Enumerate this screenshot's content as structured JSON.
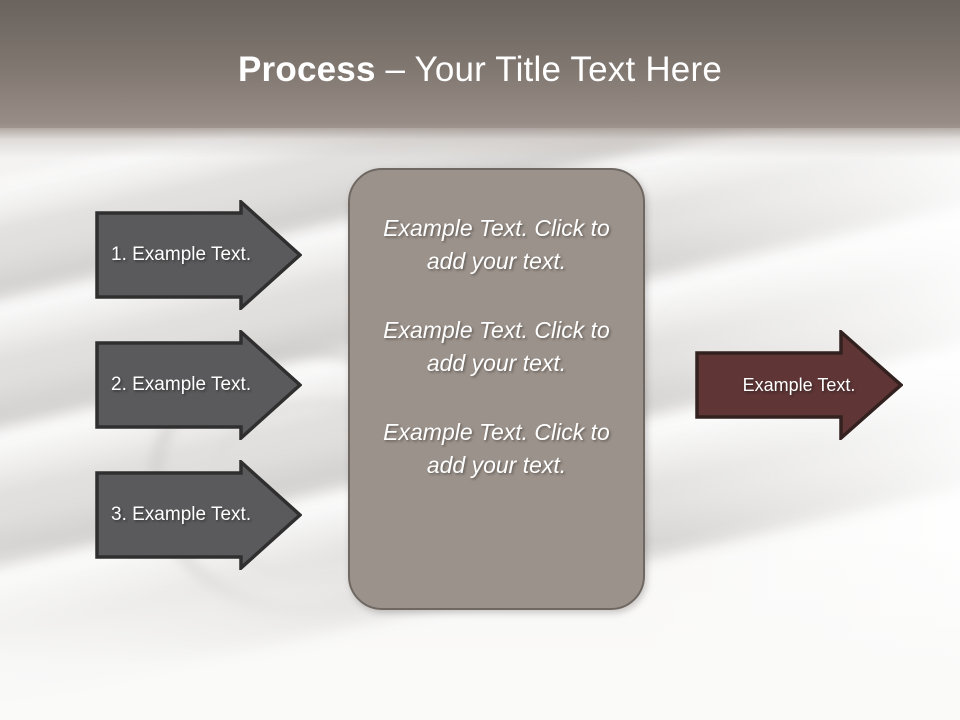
{
  "slide": {
    "title_strong": "Process",
    "title_rest": " – Your Title Text Here"
  },
  "colors": {
    "header_top": "#6a635e",
    "header_bottom": "#9a8f88",
    "center_box_fill": "#9b928b",
    "center_box_border": "#6f6862",
    "gray_arrow_fill": "#5a5a5c",
    "gray_arrow_border": "#2f2f2f",
    "maroon_arrow_fill": "#5f3536",
    "maroon_arrow_border": "#33211f",
    "text_on_shape": "#ffffff",
    "background": "#f6f5f4"
  },
  "steps": [
    {
      "id": "step-1",
      "label": "1. Example Text."
    },
    {
      "id": "step-2",
      "label": "2. Example Text."
    },
    {
      "id": "step-3",
      "label": "3. Example Text."
    }
  ],
  "center_box": {
    "paragraphs": [
      "Example Text. Click  to add your text.",
      "Example Text. Click  to add your text.",
      "Example Text. Click  to add your text."
    ]
  },
  "result_arrow": {
    "label": "Example Text."
  }
}
